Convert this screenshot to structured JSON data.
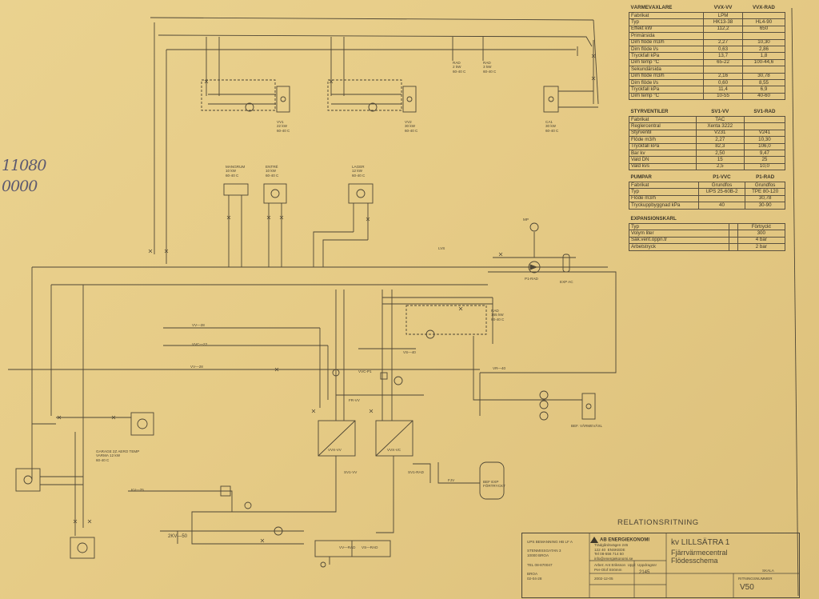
{
  "handwriting": [
    "11080",
    "0000"
  ],
  "tables": [
    {
      "title": "VÄRMEVÄXLARE",
      "col1": "VVX-VV",
      "col2": "VVX-RAD",
      "rows": [
        [
          "Fabrikat",
          "LPM",
          ""
        ],
        [
          "Typ",
          "HK13-38",
          "HL4-90"
        ],
        [
          "Effekt  kW",
          "112,2",
          "650"
        ],
        [
          "Primärsida",
          "",
          ""
        ],
        [
          "Dim flöde m3/h",
          "2,27",
          "10,30"
        ],
        [
          "Dim flöde l/s",
          "0,63",
          "2,86"
        ],
        [
          "Tryckfall kPa",
          "13,7",
          "1,8"
        ],
        [
          "Dim temp °C",
          "65-22",
          "100-44,6"
        ],
        [
          "Sekundärsida",
          "",
          ""
        ],
        [
          "Dim flöde m3/h",
          "2,16",
          "30,78"
        ],
        [
          "Dim flöde l/s",
          "0,60",
          "8,55"
        ],
        [
          "Tryckfall kPa",
          "11,4",
          "6,9"
        ],
        [
          "Dim temp °C",
          "10-55",
          "40-60"
        ]
      ]
    },
    {
      "title": "STYRVENTILER",
      "col1": "SV1-VV",
      "col2": "SV1-RAD",
      "rows": [
        [
          "Fabrikat",
          "TAC",
          ""
        ],
        [
          "Reglercentral",
          "Xenta 3222",
          ""
        ],
        [
          "Styrventil",
          "V231",
          "V241"
        ],
        [
          "Flöde m3/h",
          "2,27",
          "10,30"
        ],
        [
          "Tryckfall kPa",
          "82,3",
          "106,0"
        ],
        [
          "Bar kv",
          "2,50",
          "9,47"
        ],
        [
          "Vald DN",
          "15",
          "25"
        ],
        [
          "Vald kvs",
          "2,5",
          "10,0"
        ]
      ]
    },
    {
      "title": "PUMPAR",
      "col1": "P1-VVC",
      "col2": "P1-RAD",
      "rows": [
        [
          "Fabrikat",
          "Grundfos",
          "Grundfos"
        ],
        [
          "Typ",
          "UPS 25-60B-2",
          "TPE 80-120"
        ],
        [
          "Flöde m3/h",
          "",
          "30,78"
        ],
        [
          "Tryckuppbyggnad kPa",
          "40",
          "30-90"
        ]
      ]
    },
    {
      "title": "EXPANSIONSKÄRL",
      "col1": "",
      "col2": "",
      "rows": [
        [
          "Typ",
          "",
          "Förtryckt"
        ],
        [
          "Volym liter",
          "",
          "300"
        ],
        [
          "Säk.vent.öppn.tr",
          "",
          "4 bar"
        ],
        [
          "Arbetstryck",
          "",
          "2 bar"
        ]
      ]
    }
  ],
  "labels": {
    "vv1": "VV1\n22 kW\n60-40 C",
    "vv2": "VV2\n30 kW\n60-40 C",
    "ca1": "CA1\n30 kW\n60-40 C",
    "rad_a": "RAD\n2 kW\n60-40 C",
    "rad_b": "RAD\n3 kW\n60-40 C",
    "mangel": "MANGRUM\n10 kW\n60-40 C",
    "entre": "ENTRÉ\n10 kW\n60-40 C",
    "lager": "LAGER\n12 kW\n60-40 C",
    "rad_mid": "RAD\n165 kW\n60-40 C",
    "garage": "GARAGE 2Z AERO TEMP\nVARMA 12 kW\n60-40 C",
    "vvx_vv": "VVX-VV",
    "vvx_vc": "VVX-VC",
    "bef_exp": "BEF EXP\nFÖRTRYCKT",
    "bef_vv": "BEF. VÄRMEVÄXL",
    "vv_28": "VV—28",
    "vvc_22": "VVC—22",
    "vv_28b": "VV—28",
    "vs_40": "VS—40",
    "vr_40": "VR—40",
    "kv_25": "KV—25",
    "kallvatten": "2KV—50",
    "vvc_p1": "VVC-P1",
    "fr_vv": "FR-VV",
    "sv1_vv": "SV1-VV",
    "sv1_rad": "SV1-RAD",
    "p1_rad": "P1-RAD",
    "mp": "MP",
    "exp": "EXP AC",
    "fjv": "FJV",
    "vv_rad": "VV—RAD",
    "vs_rad": "VS—RAD",
    "lvs": "LVS"
  },
  "relation_title": "RELATIONSRITNING",
  "title_block": {
    "company_left": "UPS BEMANNING HB LF A\n\nSTENMISSGATAN 3\n10000 BROA\n\nTEL 08-870047\n\nBROA\n02-04-28",
    "logo": "AB ENERGIEKONOMI",
    "company_info": "Trädgårdsvägen 245\n122 40  ENSKEDE\nTel 08-556 714 50\ninfo@energiekonomi.se",
    "designer": "Arbet: Ant Eriksson  Uppl:\nPer-Olof Strömm",
    "date": "2002-12-05",
    "project": "kv LILLSÄTRA 1",
    "subtitle": "Fjärrvärmecentral\nFlödesschema",
    "number_label": "Uppdragsnr",
    "number": "2145",
    "skala_label": "SKALA",
    "drawing_label": "RITNINGSNUMMER",
    "drawing": "V50"
  }
}
